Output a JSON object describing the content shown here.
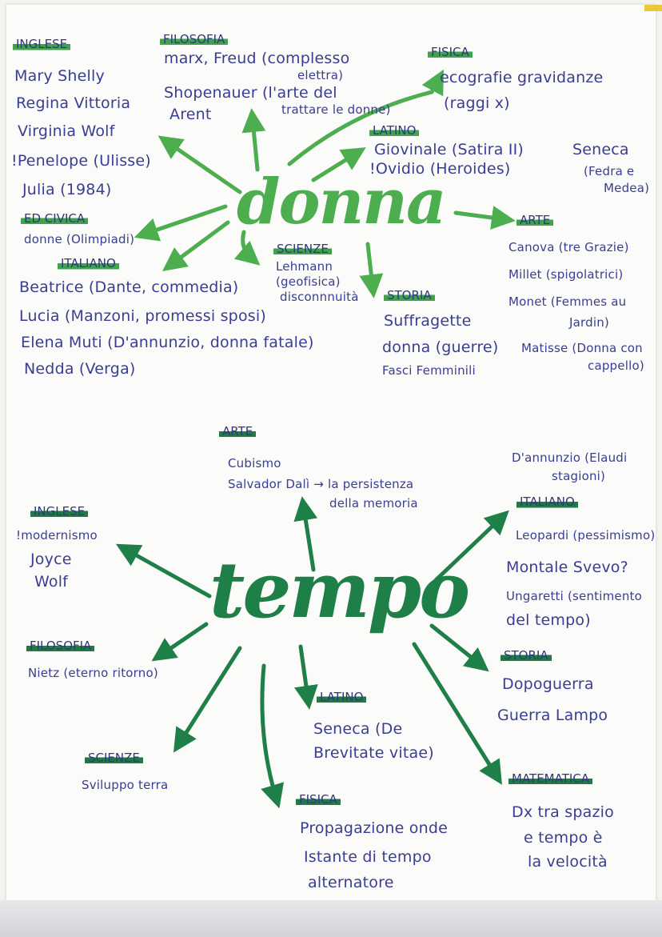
{
  "donna": {
    "title": "donna",
    "inglese": {
      "heading": "INGLESE",
      "items": [
        "Mary Shelly",
        "Regina Vittoria",
        "Virginia Wolf",
        "!Penelope (Ulisse)",
        "Julia (1984)"
      ]
    },
    "filosofia": {
      "heading": "FILOSOFIA",
      "items": [
        "marx, Freud (complesso",
        "elettra)",
        "Shopenauer (l'arte del",
        "trattare le donne)",
        "Arent"
      ]
    },
    "fisica": {
      "heading": "FISICA",
      "items": [
        "ecografie gravidanze",
        "(raggi x)"
      ]
    },
    "latino": {
      "heading": "LATINO",
      "items": [
        "Giovinale (Satira II)",
        "!Ovidio (Heroides)",
        "Seneca",
        "(Fedra e",
        "Medea)"
      ]
    },
    "ed_civica": {
      "heading": "ED CIVICA",
      "items": [
        "donne (Olimpiadi)"
      ]
    },
    "italiano": {
      "heading": "ITALIANO",
      "items": [
        "Beatrice (Dante, commedia)",
        "Lucia (Manzoni, promessi sposi)",
        "Elena Muti (D'annunzio, donna fatale)",
        "Nedda (Verga)"
      ]
    },
    "scienze": {
      "heading": "SCIENZE",
      "items": [
        "Lehmann",
        "(geofisica)",
        "disconnnuità"
      ]
    },
    "storia": {
      "heading": "STORIA",
      "items": [
        "Suffragette",
        "donna (guerre)",
        "Fasci Femminili"
      ]
    },
    "arte": {
      "heading": "ARTE",
      "items": [
        "Canova (tre Grazie)",
        "Millet (spigolatrici)",
        "Monet (Femmes au",
        "Jardin)",
        "Matisse (Donna con",
        "cappello)"
      ]
    }
  },
  "tempo": {
    "title": "tempo",
    "arte": {
      "heading": "ARTE",
      "items": [
        "Cubismo",
        "Salvador Dalì → la persistenza",
        "della memoria"
      ]
    },
    "italiano": {
      "heading": "ITALIANO",
      "items": [
        "D'annunzio (Elaudi",
        "stagioni)",
        "Leopardi (pessimismo)",
        "Montale Svevo?",
        "Ungaretti (sentimento",
        "del tempo)"
      ]
    },
    "inglese": {
      "heading": "INGLESE",
      "items": [
        "!modernismo",
        "Joyce",
        "Wolf"
      ]
    },
    "filosofia": {
      "heading": "FILOSOFIA",
      "items": [
        "Nietz (eterno ritorno)"
      ]
    },
    "storia": {
      "heading": "STORIA",
      "items": [
        "Dopoguerra",
        "Guerra Lampo"
      ]
    },
    "latino": {
      "heading": "LATINO",
      "items": [
        "Seneca (De",
        "Brevitate vitae)"
      ]
    },
    "scienze": {
      "heading": "SCIENZE",
      "items": [
        "Sviluppo terra"
      ]
    },
    "fisica": {
      "heading": "FISICA",
      "items": [
        "Propagazione onde",
        "Istante di tempo",
        "alternatore"
      ]
    },
    "matematica": {
      "heading": "MATEMATICA",
      "items": [
        "Dx tra spazio",
        "e tempo è",
        "la velocità"
      ]
    }
  },
  "colors": {
    "ink": "#3a3d94",
    "donna_green": "#4cae4f",
    "tempo_green": "#1f7f48"
  }
}
